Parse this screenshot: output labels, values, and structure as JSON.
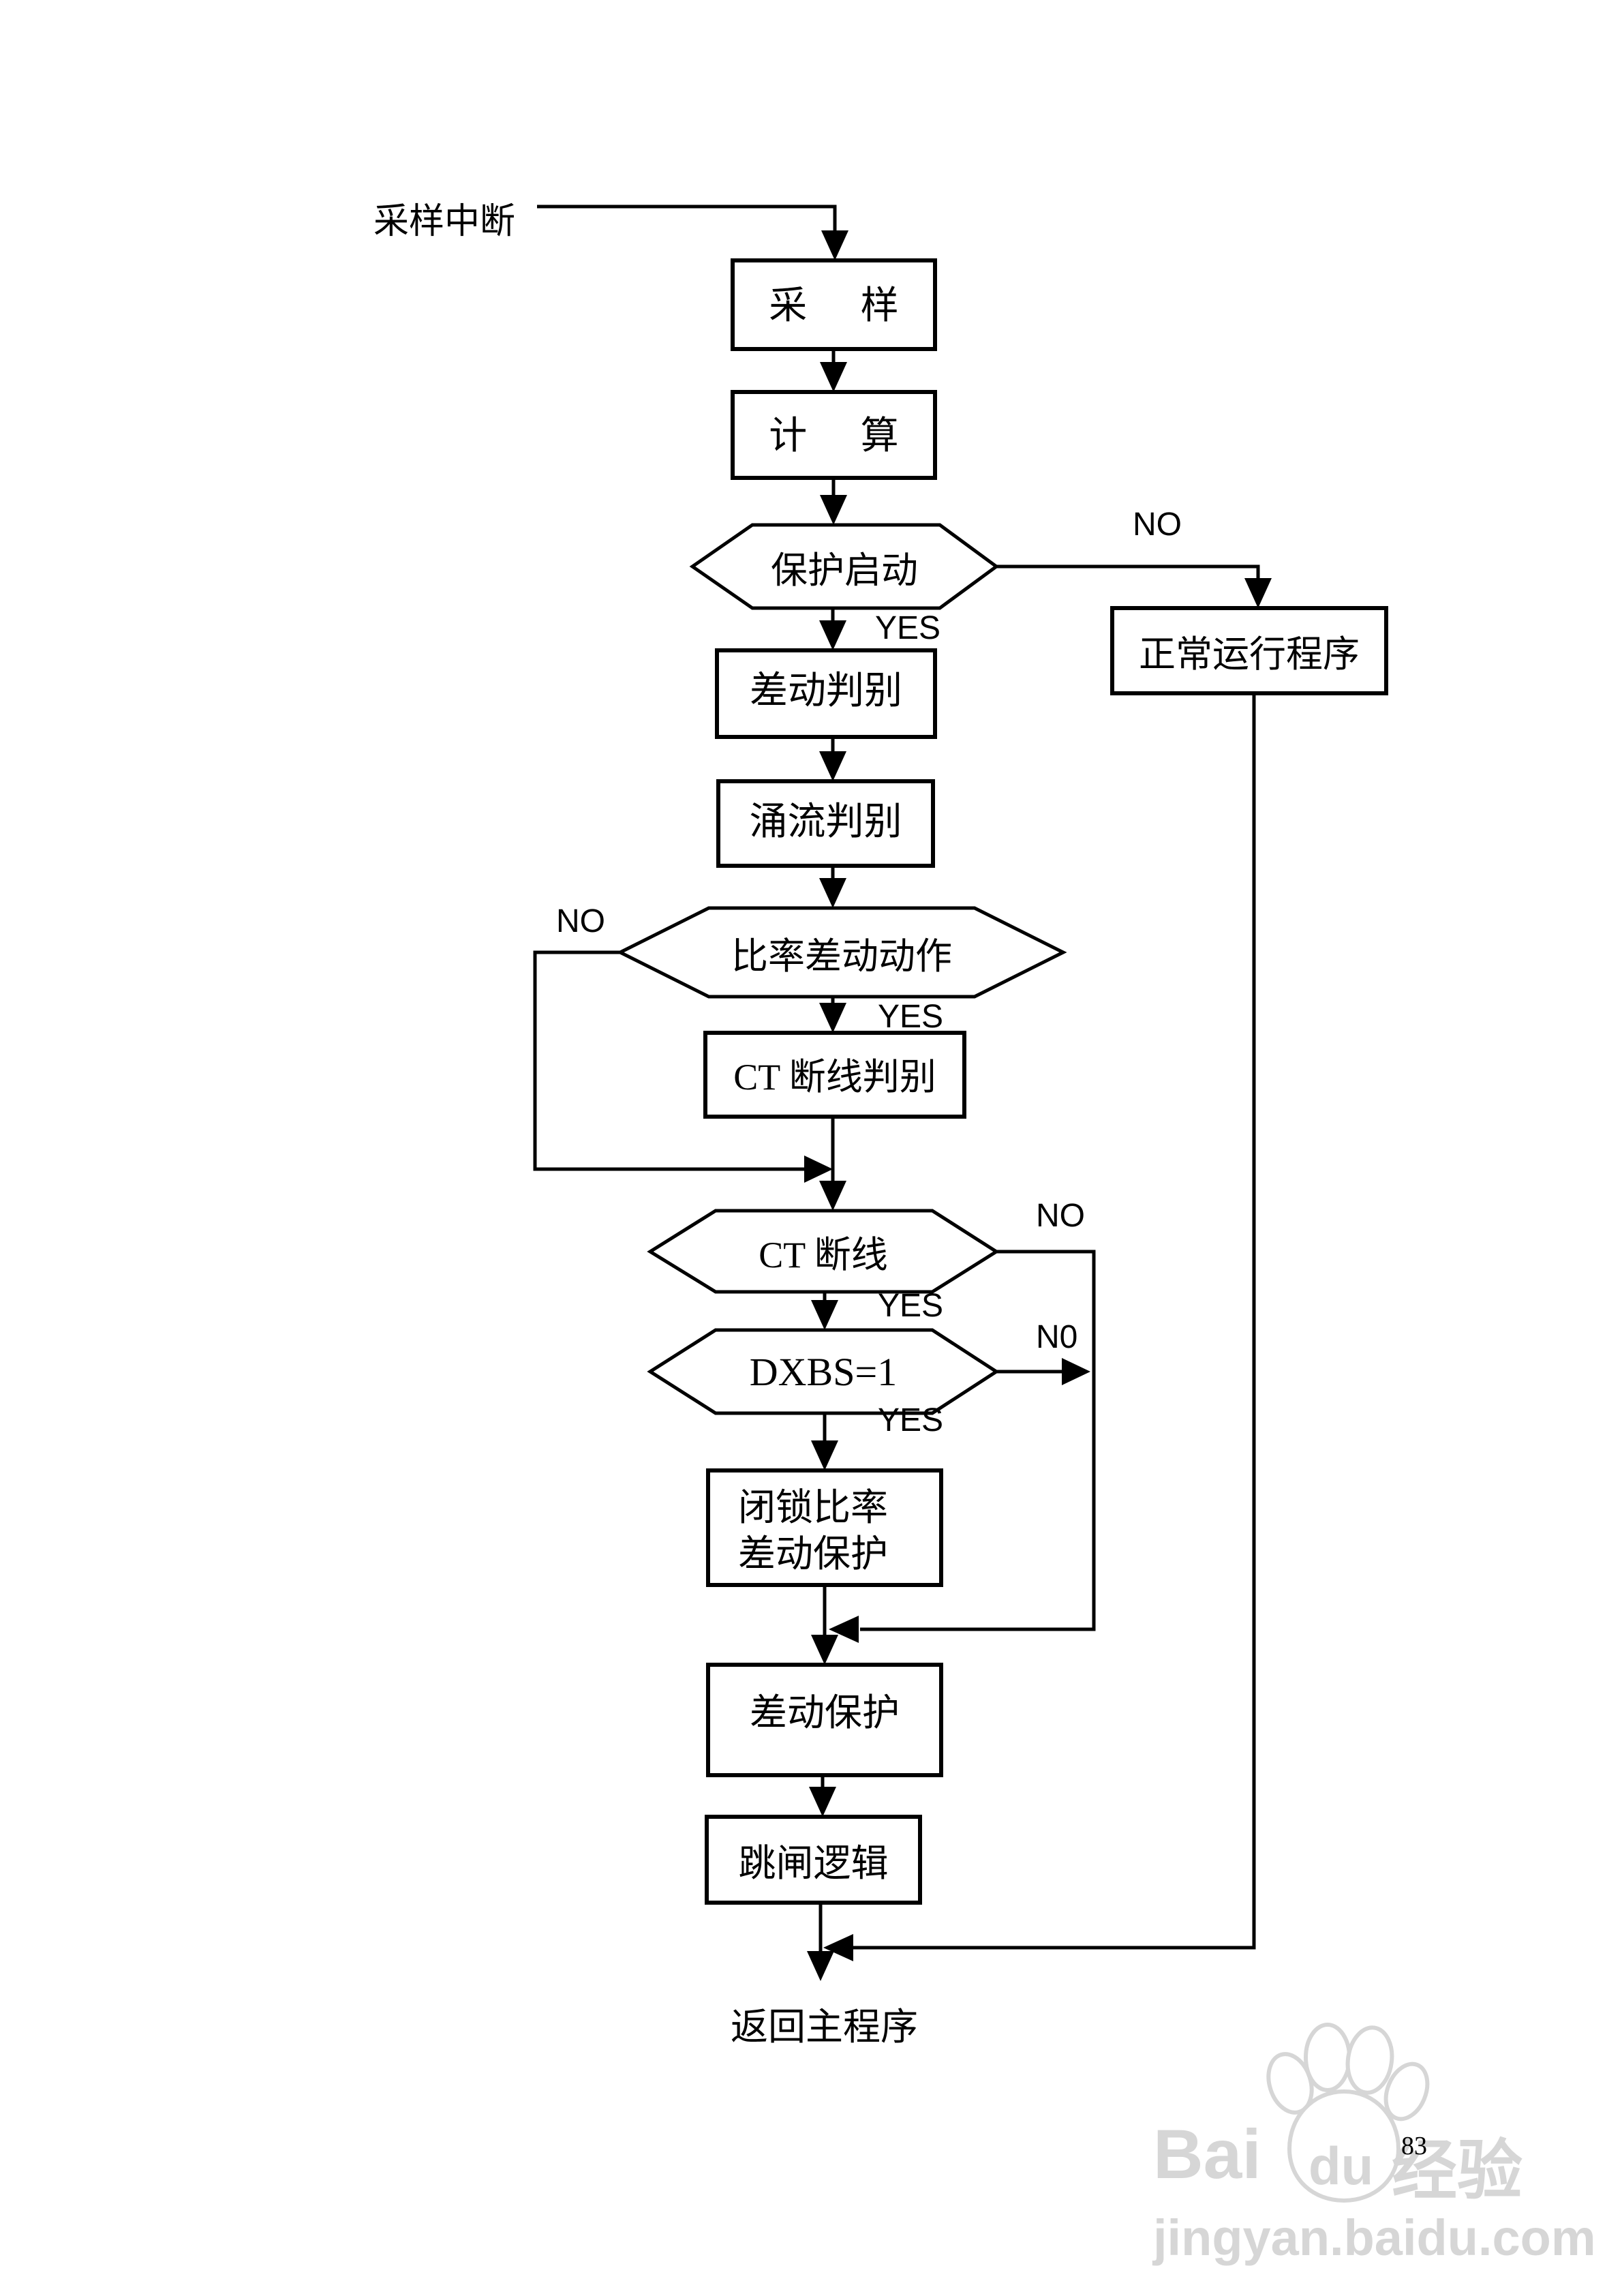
{
  "page": {
    "number": "83"
  },
  "flowchart": {
    "entry_label": "采样中断",
    "nodes": {
      "sample": {
        "type": "process",
        "label": "采样"
      },
      "calc": {
        "type": "process",
        "label": "计算"
      },
      "protect_start": {
        "type": "decision",
        "label": "保护启动"
      },
      "normal_run": {
        "type": "process",
        "label": "正常运行程序"
      },
      "diff_judge": {
        "type": "process",
        "label": "差动判别"
      },
      "inrush_judge": {
        "type": "process",
        "label": "涌流判别"
      },
      "ratio_diff": {
        "type": "decision",
        "label": "比率差动动作"
      },
      "ct_break_judge": {
        "type": "process",
        "label": "CT 断线判别"
      },
      "ct_break": {
        "type": "decision",
        "label": "CT 断线"
      },
      "dxbs": {
        "type": "decision",
        "label": "DXBS=1"
      },
      "block_ratio": {
        "type": "process",
        "line1": "闭锁比率",
        "line2": "差动保护"
      },
      "diff_protect": {
        "type": "process",
        "label": "差动保护"
      },
      "trip_logic": {
        "type": "process",
        "label": "跳闸逻辑"
      },
      "return_main": {
        "type": "terminal",
        "label": "返回主程序"
      }
    },
    "edges": {
      "protect_no": "NO",
      "protect_yes": "YES",
      "ratio_no": "NO",
      "ratio_yes": "YES",
      "ct_no": "NO",
      "ct_yes": "YES",
      "dxbs_no": "N0",
      "dxbs_yes": "YES"
    }
  },
  "watermark": {
    "bai": "Bai",
    "du": "du",
    "brand_cn": "经验",
    "url": "jingyan.baidu.com"
  },
  "colors": {
    "line": "#000000",
    "background": "#ffffff",
    "watermark": "#d6d6d6"
  }
}
